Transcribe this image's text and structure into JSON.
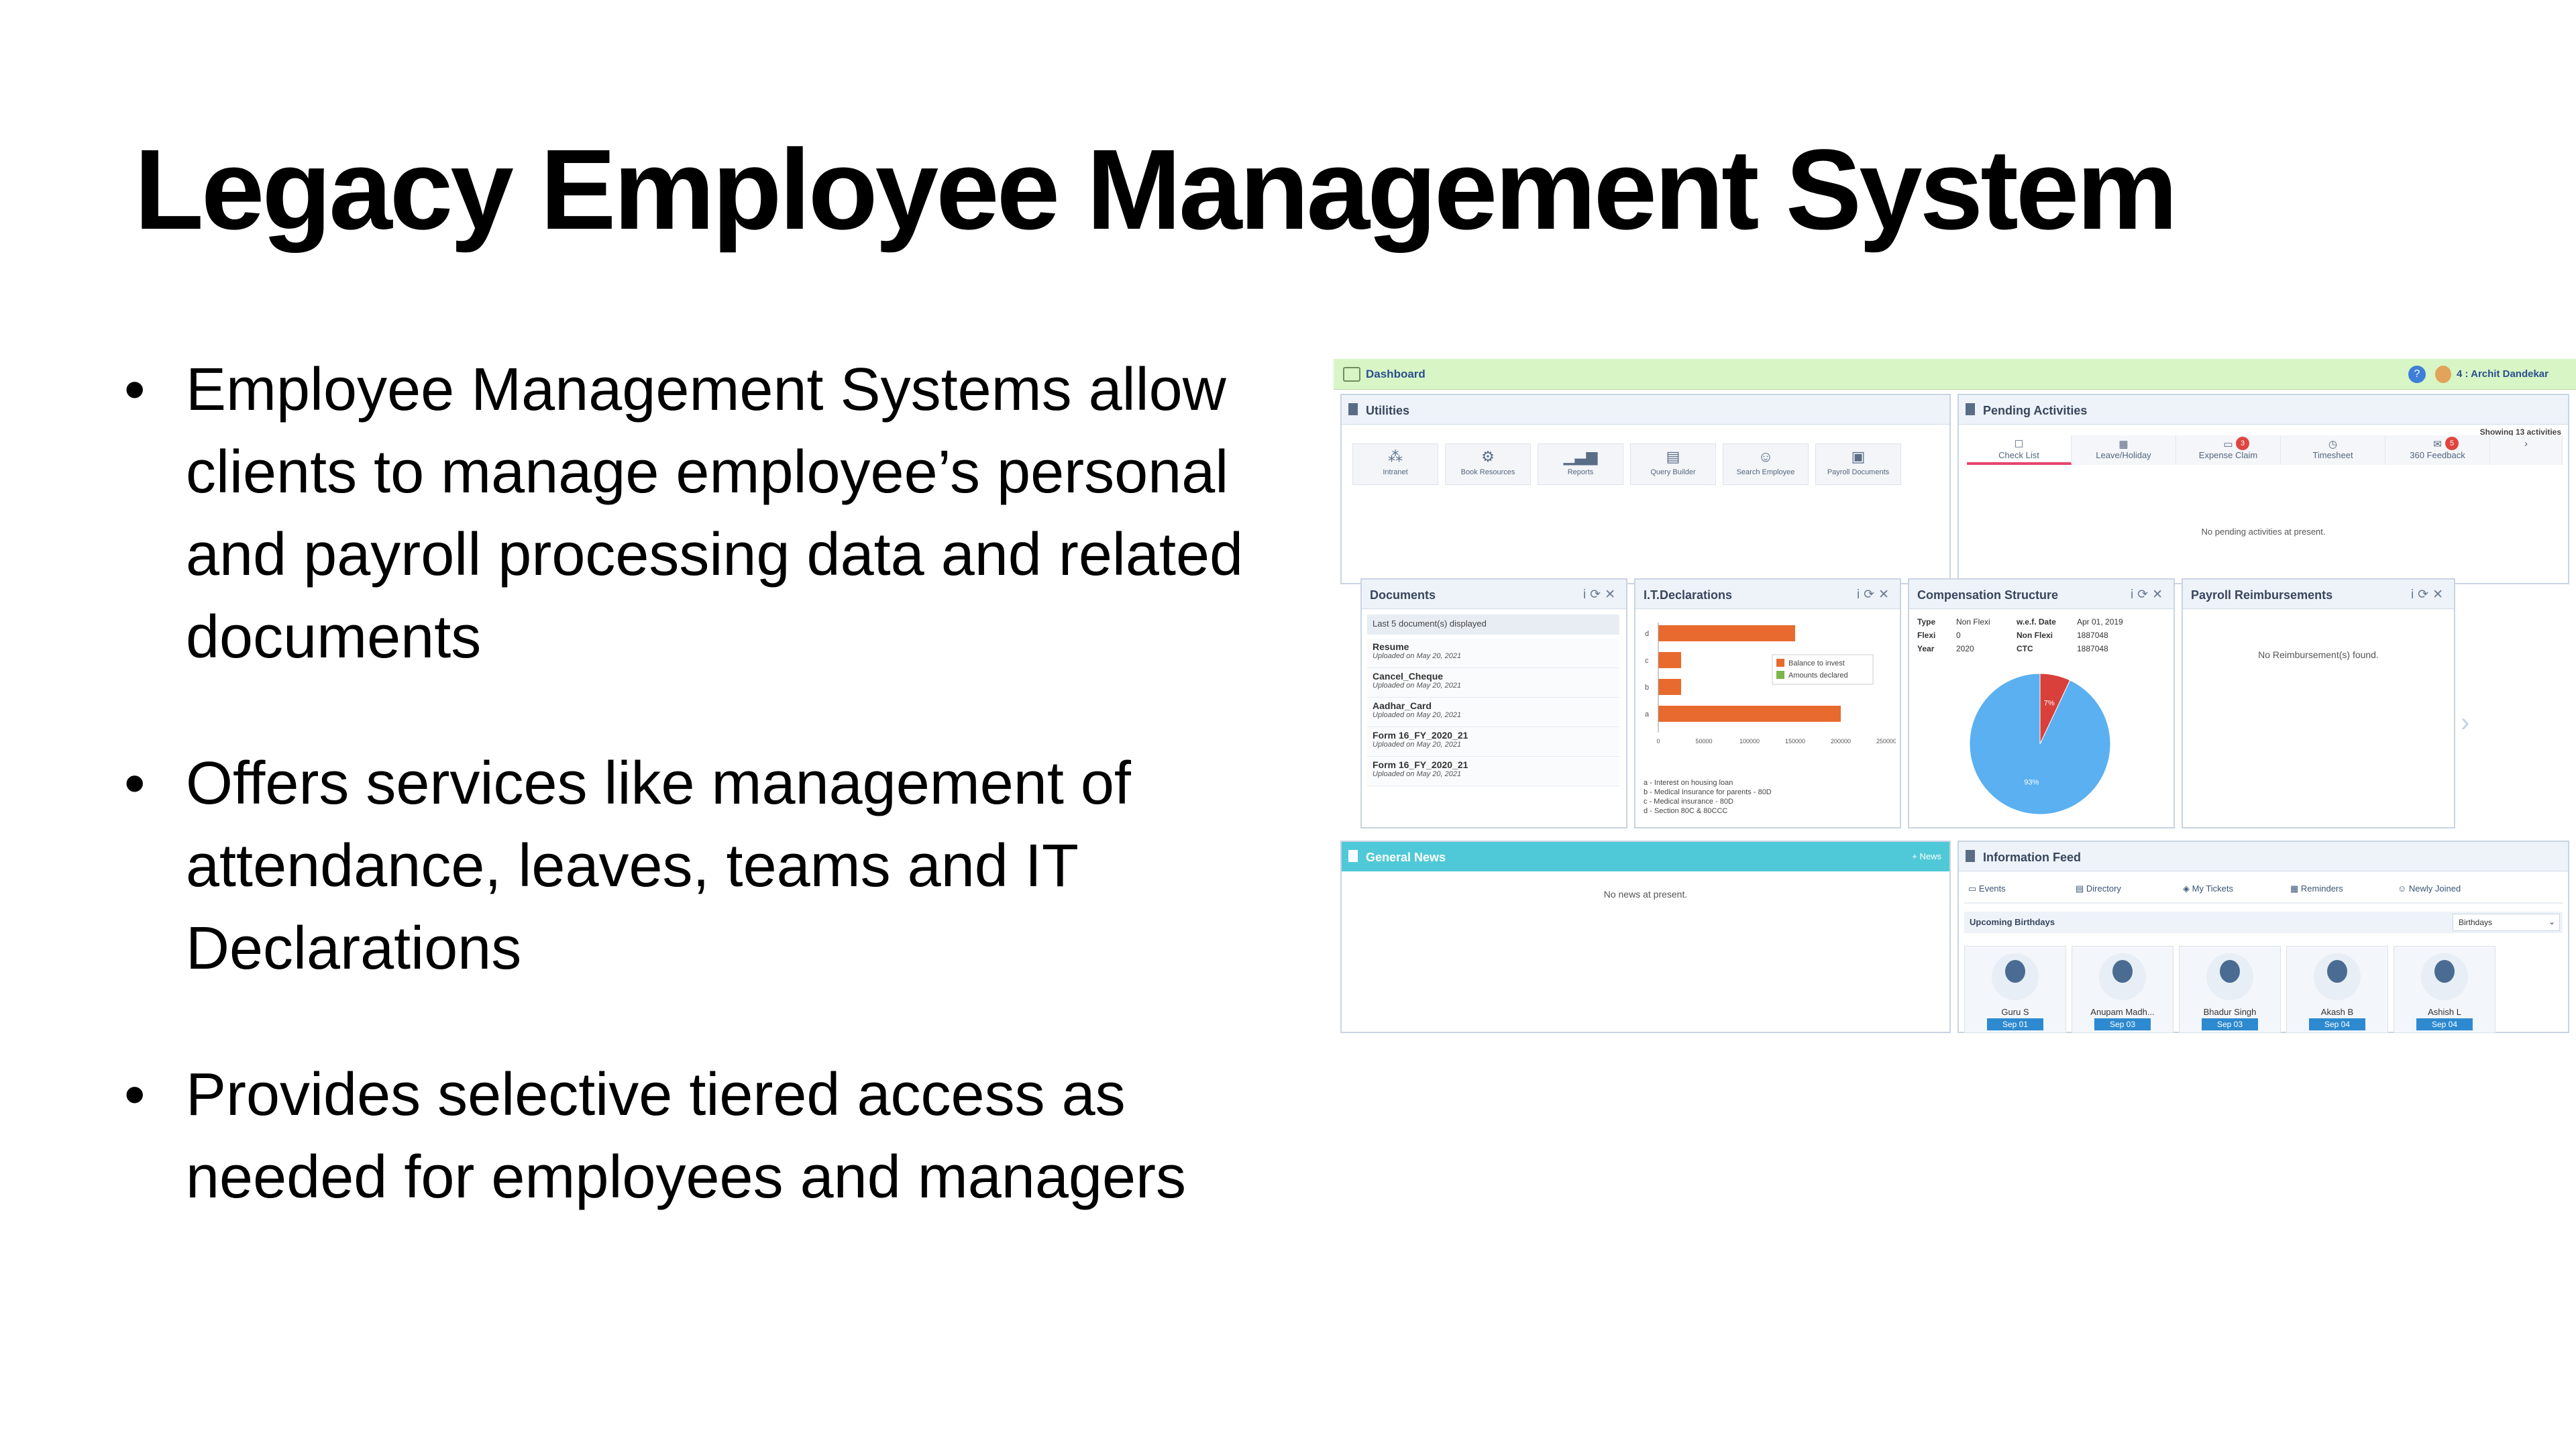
{
  "slide": {
    "title": "Legacy Employee Management System",
    "bullets": [
      "Employee Management Systems allow clients to manage employee’s personal and payroll processing data and related documents",
      "Offers services like management of attendance, leaves, teams and IT Declarations",
      "Provides selective tiered access as needed for employees and managers"
    ]
  },
  "app": {
    "topbar": {
      "title": "Dashboard",
      "user": "4 : Archit Dandekar"
    },
    "utilities": {
      "title": "Utilities",
      "items": [
        {
          "label": "Intranet",
          "icon": "network-icon"
        },
        {
          "label": "Book Resources",
          "icon": "gear-icon"
        },
        {
          "label": "Reports",
          "icon": "bar-chart-icon"
        },
        {
          "label": "Query Builder",
          "icon": "query-icon"
        },
        {
          "label": "Search Employee",
          "icon": "people-search-icon"
        },
        {
          "label": "Payroll Documents",
          "icon": "document-icon"
        }
      ]
    },
    "pending": {
      "title": "Pending Activities",
      "count": "Showing 13 activities",
      "tabs": [
        {
          "label": "Check List"
        },
        {
          "label": "Leave/Holiday"
        },
        {
          "label": "Expense Claim",
          "badge": "3"
        },
        {
          "label": "Timesheet"
        },
        {
          "label": "360 Feedback",
          "badge": "5"
        }
      ],
      "empty": "No pending activities at present."
    },
    "documents": {
      "title": "Documents",
      "banner": "Last 5 document(s) displayed",
      "rows": [
        {
          "name": "Resume",
          "uploaded": "Uploaded on May 20, 2021"
        },
        {
          "name": "Cancel_Cheque",
          "uploaded": "Uploaded on May 20, 2021"
        },
        {
          "name": "Aadhar_Card",
          "uploaded": "Uploaded on May 20, 2021"
        },
        {
          "name": "Form 16_FY_2020_21",
          "uploaded": "Uploaded on May 20, 2021"
        },
        {
          "name": "Form 16_FY_2020_21",
          "uploaded": "Uploaded on May 20, 2021"
        }
      ]
    },
    "itdecl": {
      "title": "I.T.Declarations",
      "legend": [
        "Balance to invest",
        "Amounts declared"
      ],
      "notes": [
        "a - Interest on housing loan",
        "b - Medical Insurance for parents - 80D",
        "c - Medical insurance - 80D",
        "d - Section 80C & 80CCC"
      ],
      "chart_data": {
        "type": "bar",
        "categories": [
          "d",
          "c",
          "b",
          "a"
        ],
        "values": [
          150000,
          25000,
          25000,
          200000
        ],
        "xticks": [
          "0",
          "50000",
          "100000",
          "150000",
          "200000",
          "250000"
        ],
        "xlim": [
          0,
          250000
        ]
      }
    },
    "comp": {
      "title": "Compensation Structure",
      "table": [
        [
          "Type",
          "Non Flexi",
          "w.e.f. Date",
          "Apr 01, 2019"
        ],
        [
          "Flexi",
          "0",
          "Non Flexi",
          "1887048"
        ],
        [
          "Year",
          "2020",
          "CTC",
          "1887048"
        ]
      ],
      "chart_data": {
        "type": "pie",
        "labels": [
          "93%",
          "7%"
        ],
        "values": [
          93,
          7
        ],
        "colors": [
          "#5ab0f0",
          "#d9403c"
        ]
      }
    },
    "payroll": {
      "title": "Payroll Reimbursements",
      "empty": "No Reimbursement(s) found."
    },
    "news": {
      "title": "General News",
      "link": "+ News",
      "empty": "No news at present."
    },
    "feed": {
      "title": "Information Feed",
      "tabs": [
        "Events",
        "Directory",
        "My Tickets",
        "Reminders",
        "Newly Joined"
      ],
      "section": "Upcoming Birthdays",
      "select": "Birthdays",
      "people": [
        {
          "name": "Guru S",
          "date": "Sep 01"
        },
        {
          "name": "Anupam Madh...",
          "date": "Sep 03"
        },
        {
          "name": "Bhadur Singh",
          "date": "Sep 03"
        },
        {
          "name": "Akash B",
          "date": "Sep 04"
        },
        {
          "name": "Ashish L",
          "date": "Sep 04"
        }
      ]
    }
  }
}
